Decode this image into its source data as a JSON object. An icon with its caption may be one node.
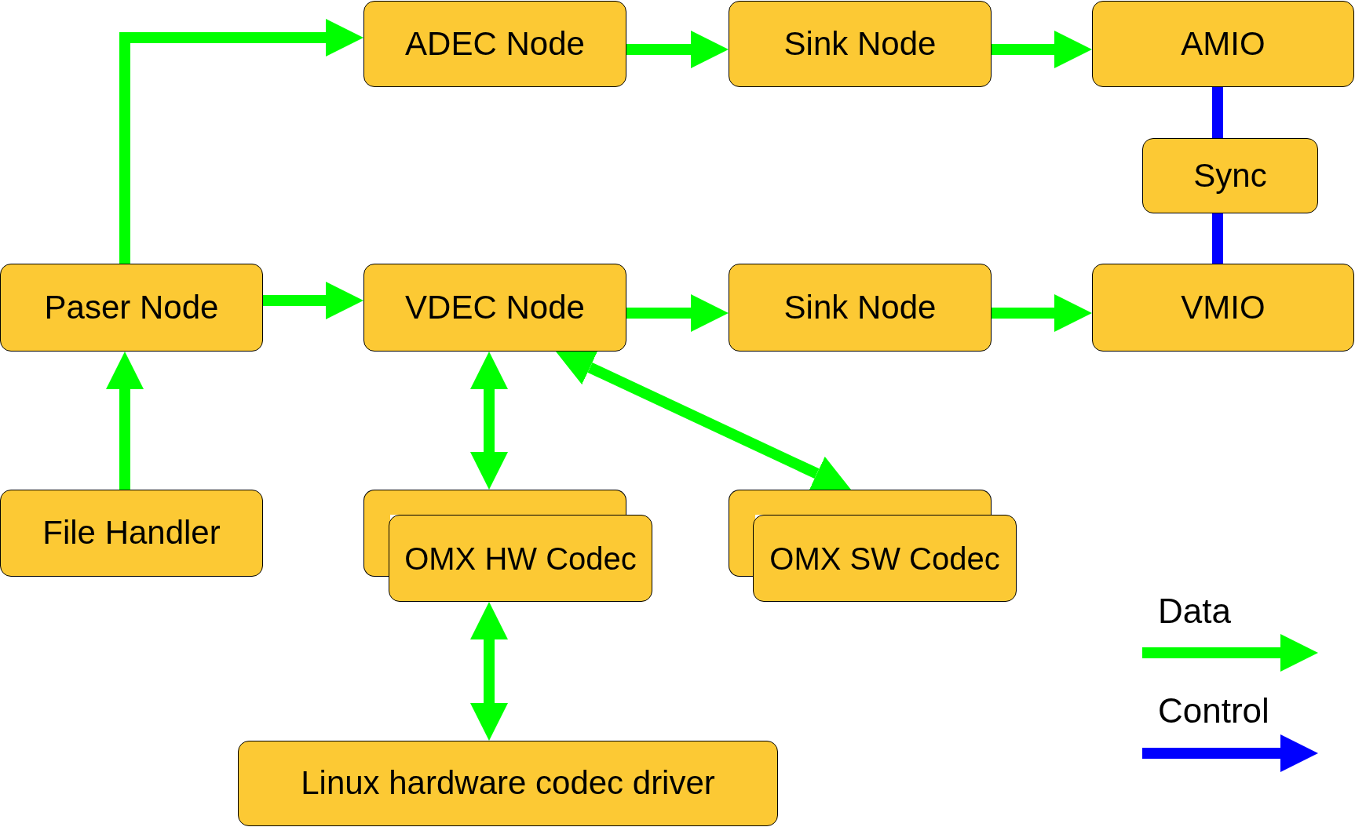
{
  "diagram": {
    "nodes": [
      {
        "text": [
          "ADEC Node"
        ]
      },
      {
        "text": [
          "Sink Node"
        ]
      },
      {
        "text": [
          "AMIO"
        ]
      },
      {
        "text": [
          "Sync"
        ]
      },
      {
        "text": [
          "Paser Node"
        ]
      },
      {
        "text": [
          "VDEC Node"
        ]
      },
      {
        "text": [
          "Sink Node"
        ]
      },
      {
        "text": [
          "VMIO"
        ]
      },
      {
        "text": [
          "File Handler"
        ]
      },
      {
        "text": [],
        "shape": "box"
      },
      {
        "text": [
          "OMX HW Codec"
        ]
      },
      {
        "text": [],
        "shape": "box"
      },
      {
        "text": [
          "OMX SW Codec"
        ]
      },
      {
        "text": [
          "Linux hardware codec driver"
        ]
      }
    ],
    "edges": [
      {
        "from": 4,
        "to": 0,
        "arrow": "to"
      },
      {
        "from": 0,
        "to": 1,
        "arrow": "to"
      },
      {
        "from": 1,
        "to": 2,
        "arrow": "to"
      },
      {
        "from": 2,
        "to": 3,
        "arrow": "none",
        "color": "#0000ff"
      },
      {
        "from": 3,
        "to": 7,
        "arrow": "none",
        "color": "#0000ff"
      },
      {
        "from": 4,
        "to": 5,
        "arrow": "to"
      },
      {
        "from": 5,
        "to": 6,
        "arrow": "to"
      },
      {
        "from": 6,
        "to": 7,
        "arrow": "to"
      },
      {
        "from": 8,
        "to": 4,
        "arrow": "to"
      },
      {
        "from": 5,
        "to": 9,
        "arrow": "both"
      },
      {
        "from": 5,
        "to": 11,
        "arrow": "both"
      },
      {
        "from": 10,
        "to": 13,
        "arrow": "both"
      }
    ],
    "legend": [
      {
        "text": "Data",
        "color": "#00ff00"
      },
      {
        "text": "Control",
        "color": "#0000ff"
      }
    ]
  }
}
